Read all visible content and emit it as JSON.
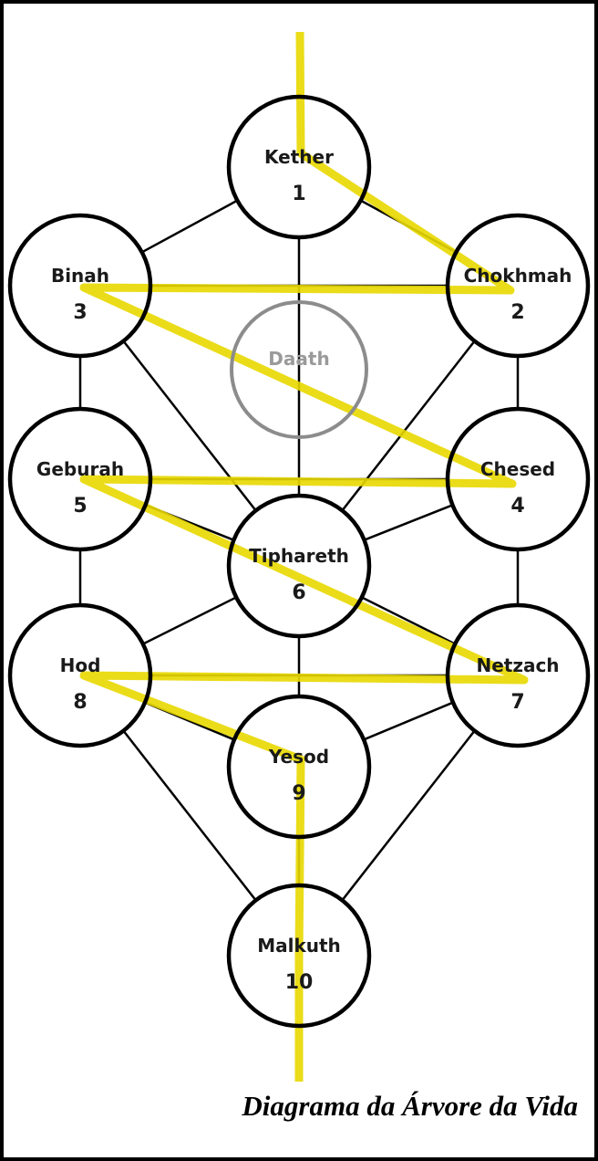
{
  "title": "Diagrama da Árvore da Vida",
  "colors": {
    "lightning": "#e8d800",
    "line": "#000000",
    "daath": "#8c8c8c"
  },
  "sephirot": [
    {
      "id": "kether",
      "name": "Kether",
      "number": "1"
    },
    {
      "id": "chokhmah",
      "name": "Chokhmah",
      "number": "2"
    },
    {
      "id": "binah",
      "name": "Binah",
      "number": "3"
    },
    {
      "id": "chesed",
      "name": "Chesed",
      "number": "4"
    },
    {
      "id": "geburah",
      "name": "Geburah",
      "number": "5"
    },
    {
      "id": "tiphareth",
      "name": "Tiphareth",
      "number": "6"
    },
    {
      "id": "netzach",
      "name": "Netzach",
      "number": "7"
    },
    {
      "id": "hod",
      "name": "Hod",
      "number": "8"
    },
    {
      "id": "yesod",
      "name": "Yesod",
      "number": "9"
    },
    {
      "id": "malkuth",
      "name": "Malkuth",
      "number": "10"
    }
  ],
  "daath": {
    "name": "Daath"
  },
  "paths": [
    [
      "kether",
      "binah"
    ],
    [
      "kether",
      "chokhmah"
    ],
    [
      "kether",
      "tiphareth"
    ],
    [
      "binah",
      "chokhmah"
    ],
    [
      "binah",
      "geburah"
    ],
    [
      "chokhmah",
      "chesed"
    ],
    [
      "binah",
      "tiphareth"
    ],
    [
      "chokhmah",
      "tiphareth"
    ],
    [
      "geburah",
      "chesed"
    ],
    [
      "geburah",
      "tiphareth"
    ],
    [
      "chesed",
      "tiphareth"
    ],
    [
      "geburah",
      "hod"
    ],
    [
      "chesed",
      "netzach"
    ],
    [
      "tiphareth",
      "hod"
    ],
    [
      "tiphareth",
      "netzach"
    ],
    [
      "tiphareth",
      "yesod"
    ],
    [
      "hod",
      "netzach"
    ],
    [
      "hod",
      "yesod"
    ],
    [
      "netzach",
      "yesod"
    ],
    [
      "hod",
      "malkuth"
    ],
    [
      "netzach",
      "malkuth"
    ],
    [
      "yesod",
      "malkuth"
    ]
  ],
  "lightning_order": [
    "kether",
    "chokhmah",
    "binah",
    "chesed",
    "geburah",
    "tiphareth",
    "netzach",
    "hod",
    "yesod",
    "malkuth"
  ]
}
